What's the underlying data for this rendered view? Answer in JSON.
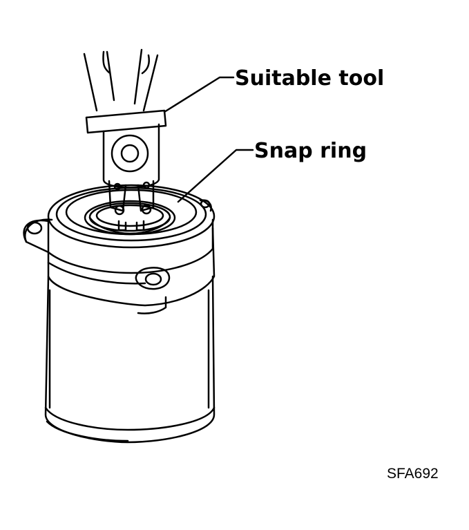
{
  "callouts": {
    "suitable_tool": "Suitable tool",
    "snap_ring": "Snap ring"
  },
  "figure_code": "SFA692",
  "colors": {
    "ink": "#000000",
    "paper": "#ffffff"
  }
}
